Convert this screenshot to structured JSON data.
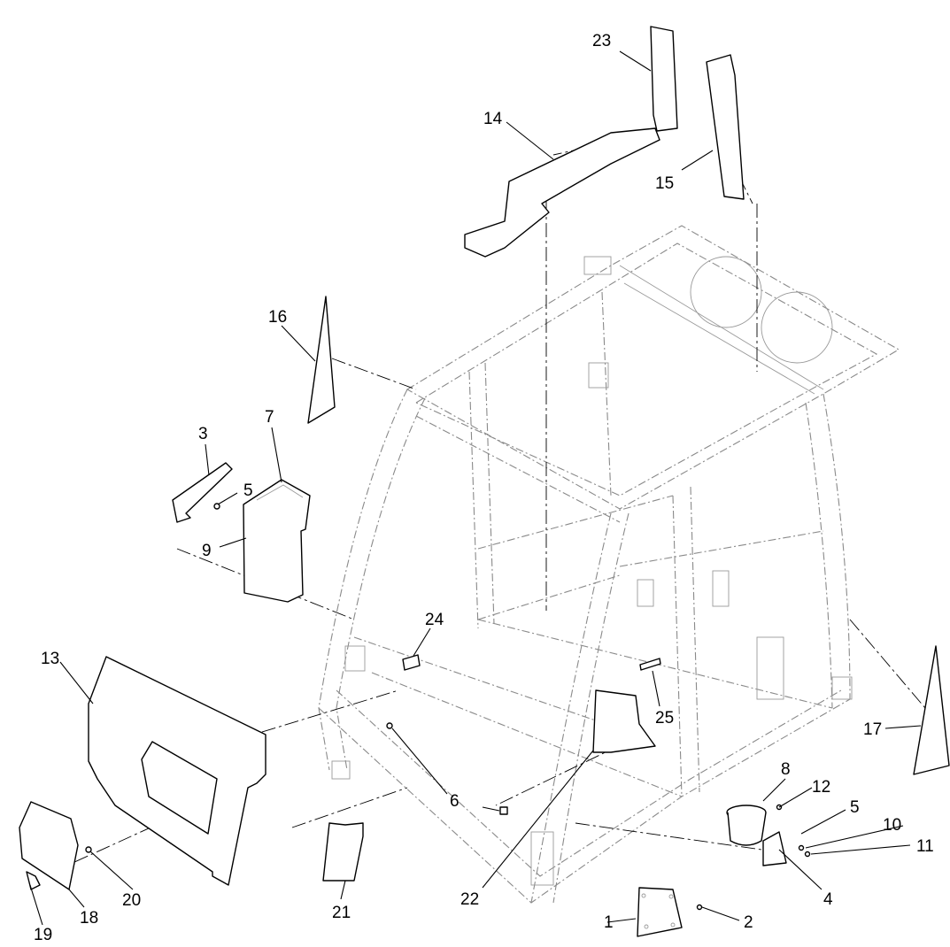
{
  "callouts": [
    "1",
    "2",
    "3",
    "4",
    "5",
    "5",
    "6",
    "7",
    "8",
    "9",
    "10",
    "11",
    "12",
    "13",
    "14",
    "15",
    "16",
    "17",
    "18",
    "19",
    "20",
    "21",
    "22",
    "23",
    "24",
    "25"
  ]
}
